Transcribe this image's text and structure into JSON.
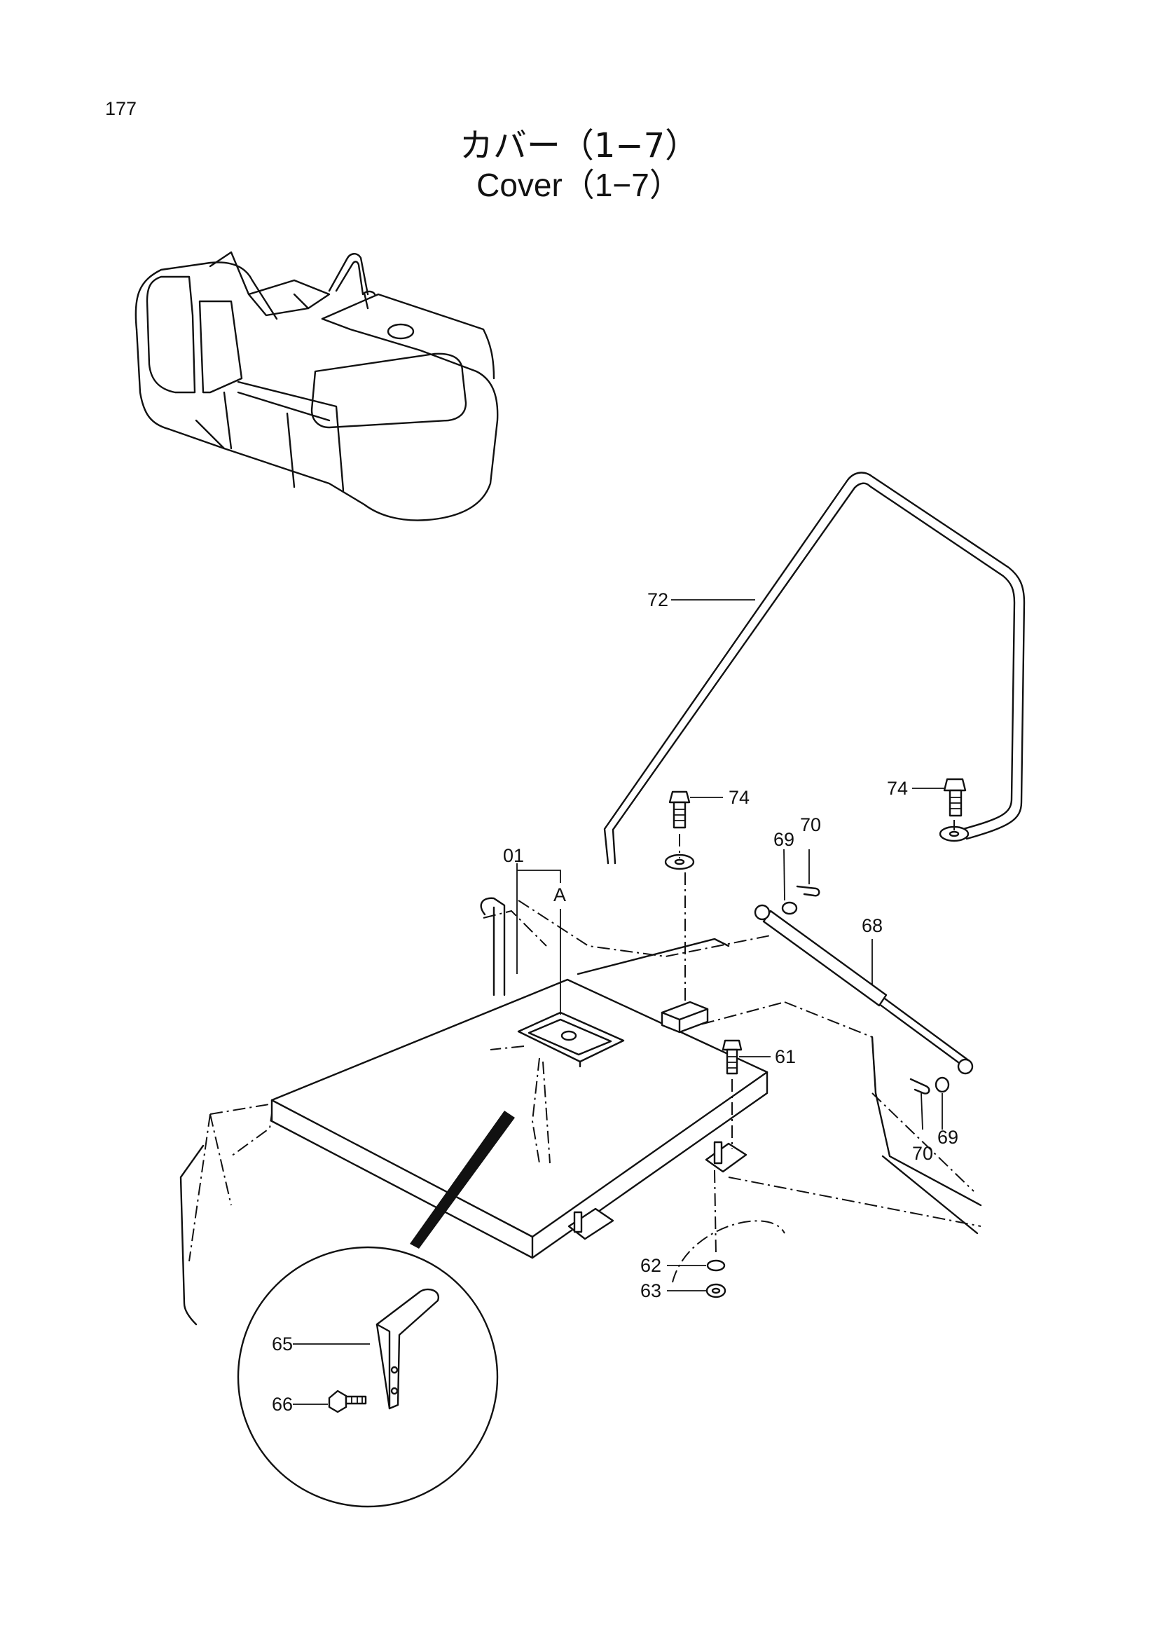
{
  "page": {
    "number": "177"
  },
  "title": {
    "japanese": "カバー（1−7）",
    "english": "Cover（1−7）"
  },
  "callouts": [
    {
      "id": "72",
      "text": "72"
    },
    {
      "id": "74a",
      "text": "74"
    },
    {
      "id": "74b",
      "text": "74"
    },
    {
      "id": "01",
      "text": "01"
    },
    {
      "id": "A",
      "text": "A"
    },
    {
      "id": "69a",
      "text": "69"
    },
    {
      "id": "70a",
      "text": "70"
    },
    {
      "id": "68",
      "text": "68"
    },
    {
      "id": "61",
      "text": "61"
    },
    {
      "id": "70b",
      "text": "70"
    },
    {
      "id": "69b",
      "text": "69"
    },
    {
      "id": "62",
      "text": "62"
    },
    {
      "id": "63",
      "text": "63"
    },
    {
      "id": "65",
      "text": "65"
    },
    {
      "id": "66",
      "text": "66"
    }
  ]
}
